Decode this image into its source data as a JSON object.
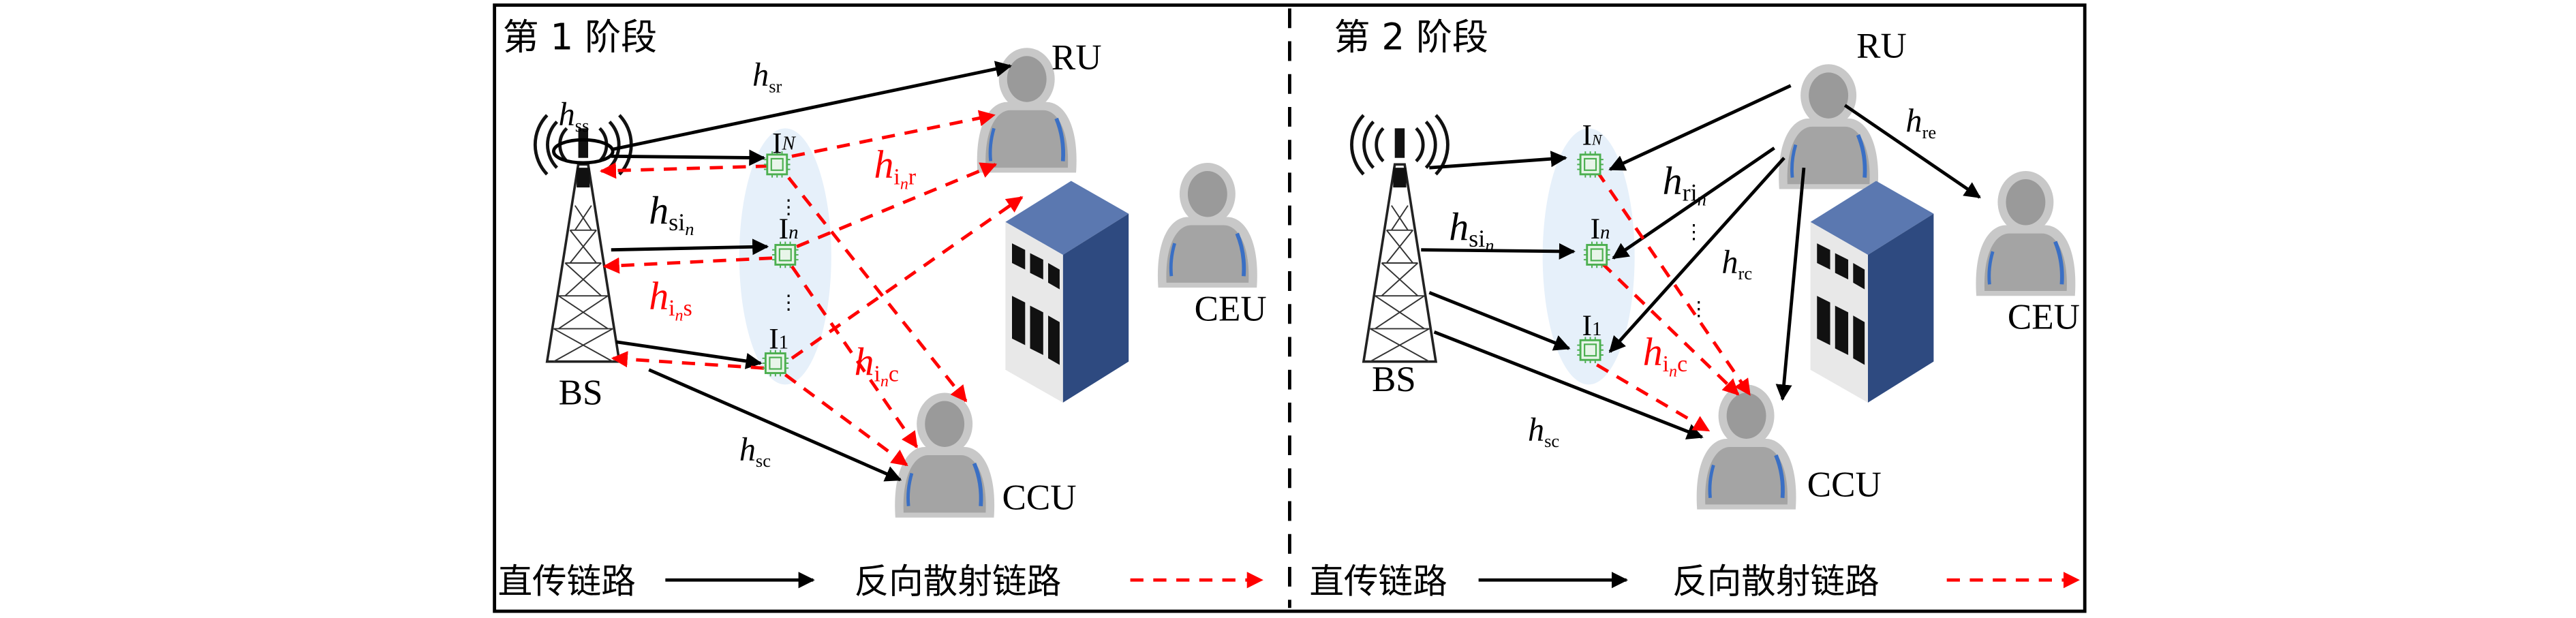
{
  "panels": [
    {
      "title": "第 1 阶段",
      "nodes": {
        "bs": "BS",
        "ru": "RU",
        "ceu": "CEU",
        "ccu": "CCU"
      },
      "irs": {
        "top": "I",
        "top_sub": "N",
        "mid": "I",
        "mid_sub": "n",
        "bot": "I",
        "bot_sub": "1"
      },
      "channels": {
        "h_ss": {
          "main": "h",
          "sub": "ss"
        },
        "h_sr": {
          "main": "h",
          "sub": "sr"
        },
        "h_sin": {
          "main": "h",
          "sub": "si",
          "subsub": "n"
        },
        "h_ins": {
          "main": "h",
          "sub": "i",
          "subsub": "n",
          "tail": "s"
        },
        "h_inr": {
          "main": "h",
          "sub": "i",
          "subsub": "n",
          "tail": "r"
        },
        "h_inc": {
          "main": "h",
          "sub": "i",
          "subsub": "n",
          "tail": "c"
        },
        "h_sc": {
          "main": "h",
          "sub": "sc"
        }
      }
    },
    {
      "title": "第 2 阶段",
      "nodes": {
        "bs": "BS",
        "ru": "RU",
        "ceu": "CEU",
        "ccu": "CCU"
      },
      "irs": {
        "top": "I",
        "top_sub": "N",
        "mid": "I",
        "mid_sub": "n",
        "bot": "I",
        "bot_sub": "1"
      },
      "channels": {
        "h_sin": {
          "main": "h",
          "sub": "si",
          "subsub": "n"
        },
        "h_rin": {
          "main": "h",
          "sub": "ri",
          "subsub": "n"
        },
        "h_rc": {
          "main": "h",
          "sub": "rc"
        },
        "h_re": {
          "main": "h",
          "sub": "re"
        },
        "h_inc": {
          "main": "h",
          "sub": "i",
          "subsub": "n",
          "tail": "c"
        },
        "h_sc": {
          "main": "h",
          "sub": "sc"
        }
      }
    }
  ],
  "legend": {
    "direct": "直传链路",
    "backscatter": "反向散射链路"
  },
  "colors": {
    "direct": "#000000",
    "backscatter": "#ff0000",
    "irs_ellipse": "#e6f0fa",
    "chip": "#4caf50",
    "person": "#a0a0a0",
    "accent": "#3a6fc4",
    "server": "#2e4a80"
  }
}
